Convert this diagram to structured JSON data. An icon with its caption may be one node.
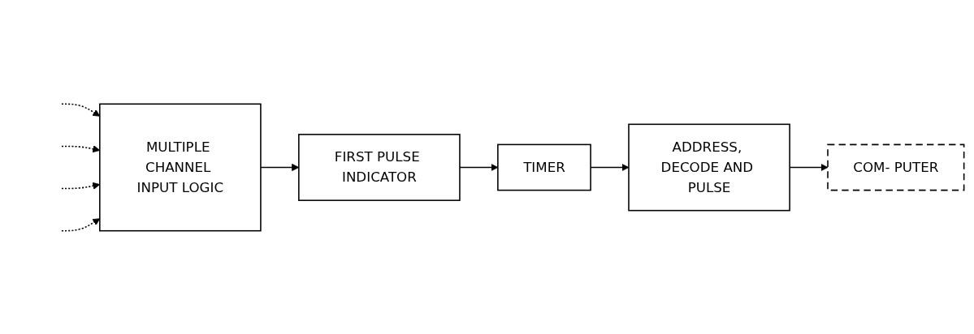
{
  "diagram": {
    "nodes": [
      {
        "text": [
          "MULTIPLE CHANNEL INPUT LOGIC"
        ]
      },
      {
        "text": [
          "FIRST PULSE INDICATOR"
        ]
      },
      {
        "text": [
          "TIMER"
        ]
      },
      {
        "text": [
          "ADDRESS, DECODE AND PULSE"
        ]
      },
      {
        "text": [
          "COM- PUTER"
        ]
      }
    ],
    "edges": [
      {
        "from": null,
        "to": 0,
        "arrow": "to",
        "style": "dashed"
      },
      {
        "from": null,
        "to": 0,
        "arrow": "to",
        "style": "dashed"
      },
      {
        "from": null,
        "to": 0,
        "arrow": "to",
        "style": "dashed"
      },
      {
        "from": null,
        "to": 0,
        "arrow": "to",
        "style": "dashed"
      },
      {
        "from": 0,
        "to": 1,
        "arrow": "to"
      },
      {
        "from": 1,
        "to": 2,
        "arrow": "to"
      },
      {
        "from": 2,
        "to": 3,
        "arrow": "to"
      },
      {
        "from": 3,
        "to": 4,
        "arrow": "to"
      }
    ]
  }
}
